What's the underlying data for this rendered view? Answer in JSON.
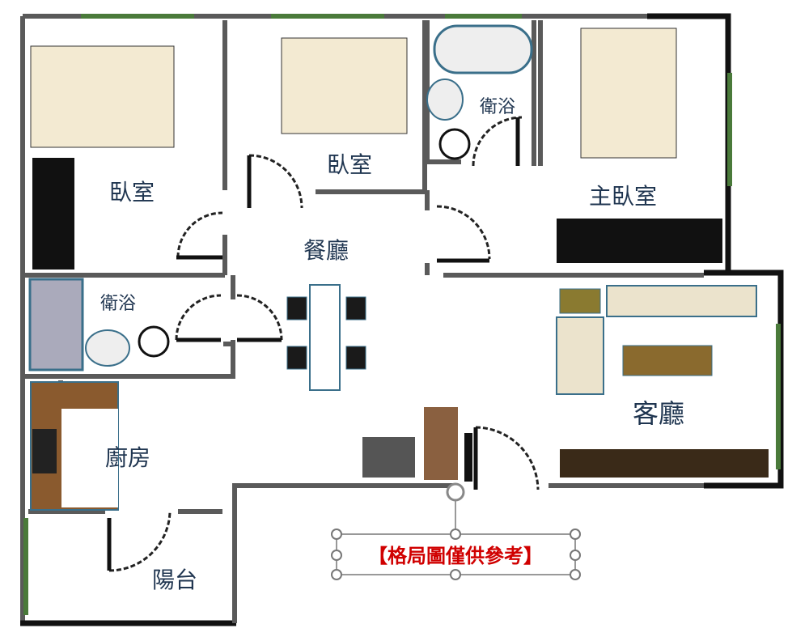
{
  "rooms": {
    "bedroom_left": "臥室",
    "bedroom_middle": "臥室",
    "bathroom_top": "衛浴",
    "master_bedroom": "主臥室",
    "dining": "餐廳",
    "bathroom_left": "衛浴",
    "living": "客廳",
    "kitchen": "廚房",
    "balcony": "陽台"
  },
  "note": "【格局圖僅供參考】",
  "colors": {
    "wall": "#5a5a5a",
    "label": "#1f3550",
    "note": "#d00000",
    "window": "#4a7a3a"
  }
}
